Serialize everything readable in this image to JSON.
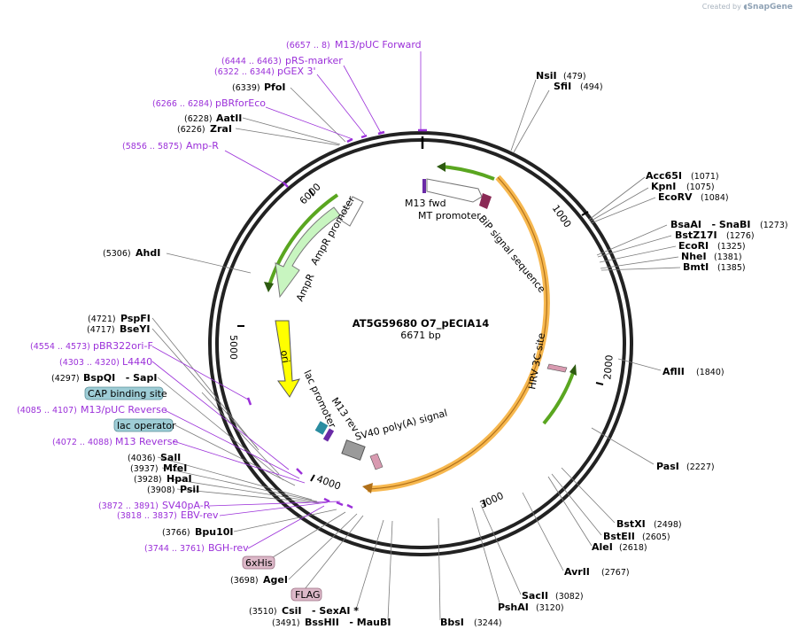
{
  "credit": {
    "prefix": "Created by",
    "brand": "SnapGene"
  },
  "plasmid": {
    "name": "AT5G59680 O7_pECIA14",
    "length_label": "6671 bp"
  },
  "tick_labels": [
    "1000",
    "2000",
    "3000",
    "4000",
    "5000",
    "6000"
  ],
  "enzymes_right": [
    {
      "name": "NsiI",
      "pos": "(479)"
    },
    {
      "name": "SfiI",
      "pos": "(494)"
    },
    {
      "name": "Acc65I",
      "pos": "(1071)"
    },
    {
      "name": "KpnI",
      "pos": "(1075)"
    },
    {
      "name": "EcoRV",
      "pos": "(1084)"
    },
    {
      "name": "BsaAI   - SnaBI",
      "pos": "(1273)"
    },
    {
      "name": "BstZ17I",
      "pos": "(1276)"
    },
    {
      "name": "EcoRI",
      "pos": "(1325)"
    },
    {
      "name": "NheI",
      "pos": "(1381)"
    },
    {
      "name": "BmtI",
      "pos": "(1385)"
    },
    {
      "name": "AflII",
      "pos": "(1840)"
    },
    {
      "name": "PasI",
      "pos": "(2227)"
    },
    {
      "name": "BstXI",
      "pos": "(2498)"
    },
    {
      "name": "BstEII",
      "pos": "(2605)"
    },
    {
      "name": "AleI",
      "pos": "(2618)"
    },
    {
      "name": "AvrII",
      "pos": "(2767)"
    },
    {
      "name": "SacII",
      "pos": "(3082)"
    },
    {
      "name": "PshAI",
      "pos": "(3120)"
    },
    {
      "name": "BbsI",
      "pos": "(3244)"
    }
  ],
  "enzymes_left": [
    {
      "name": "PfoI",
      "pos": "(6339)"
    },
    {
      "name": "AatII",
      "pos": "(6228)"
    },
    {
      "name": "ZraI",
      "pos": "(6226)"
    },
    {
      "name": "AhdI",
      "pos": "(5306)"
    },
    {
      "name": "PspFI",
      "pos": "(4721)"
    },
    {
      "name": "BseYI",
      "pos": "(4717)"
    },
    {
      "name": "BspQI   - SapI",
      "pos": "(4297)"
    },
    {
      "name": "SalI",
      "pos": "(4036)"
    },
    {
      "name": "MfeI",
      "pos": "(3937)"
    },
    {
      "name": "HpaI",
      "pos": "(3928)"
    },
    {
      "name": "PsiI",
      "pos": "(3908)"
    },
    {
      "name": "Bpu10I",
      "pos": "(3766)"
    },
    {
      "name": "AgeI",
      "pos": "(3698)"
    },
    {
      "name": "CsiI   - SexAI *",
      "pos": "(3510)"
    },
    {
      "name": "BssHII   - MauBI",
      "pos": "(3491)"
    }
  ],
  "primers": [
    {
      "name": "M13/pUC Forward",
      "pos": "(6657 .. 8)"
    },
    {
      "name": "pRS-marker",
      "pos": "(6444 .. 6463)"
    },
    {
      "name": "pGEX 3'",
      "pos": "(6322 .. 6344)"
    },
    {
      "name": "pBRforEco",
      "pos": "(6266 .. 6284)"
    },
    {
      "name": "Amp-R",
      "pos": "(5856 .. 5875)"
    },
    {
      "name": "pBR322ori-F",
      "pos": "(4554 .. 4573)"
    },
    {
      "name": "L4440",
      "pos": "(4303 .. 4320)"
    },
    {
      "name": "M13/pUC Reverse",
      "pos": "(4085 .. 4107)"
    },
    {
      "name": "M13 Reverse",
      "pos": "(4072 .. 4088)"
    },
    {
      "name": "SV40pA-R",
      "pos": "(3872 .. 3891)"
    },
    {
      "name": "EBV-rev",
      "pos": "(3818 .. 3837)"
    },
    {
      "name": "BGH-rev",
      "pos": "(3744 .. 3761)"
    }
  ],
  "boxed_features": [
    {
      "name": "CAP binding site",
      "color": "#9ecdd6"
    },
    {
      "name": "lac operator",
      "color": "#9ecdd6"
    },
    {
      "name": "6xHis",
      "color": "#dcb8c8"
    },
    {
      "name": "FLAG",
      "color": "#dcb8c8"
    }
  ],
  "inner_features": {
    "m13_fwd": "M13 fwd",
    "mt_promoter": "MT promoter",
    "bip": "BiP signal sequence",
    "ampr_promoter": "AmpR promoter",
    "ampr": "AmpR",
    "ori": "ori",
    "lac_promoter": "lac promoter",
    "m13_rev": "M13 rev",
    "sv40": "SV40 poly(A) signal",
    "hrv": "HRV 3C site"
  },
  "colors": {
    "insert_orange": "#f5a623",
    "green_arrow": "#5aa620",
    "ori_yellow": "#ffff00",
    "primer_purple": "#9b30d9",
    "ampr_fill": "#c8f5c0",
    "bip_fill": "#8a2a55"
  }
}
